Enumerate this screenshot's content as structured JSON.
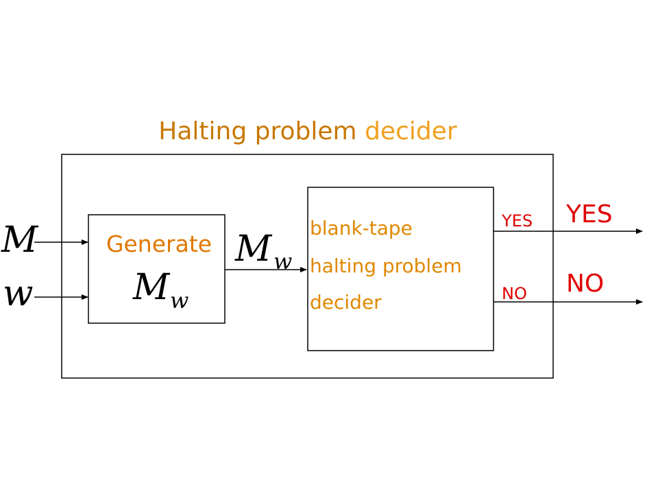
{
  "title": {
    "part1": "Halting problem",
    "part2": "decider"
  },
  "generate_box": {
    "label": "Generate",
    "machine_symbol": "M",
    "machine_subscript": "w"
  },
  "inputs": {
    "m_symbol": "M",
    "w_symbol": "w"
  },
  "intermediate": {
    "symbol": "M",
    "subscript": "w"
  },
  "inner_decider": {
    "line1": "blank-tape",
    "line2": "halting problem",
    "line3": "decider",
    "yes_label": "YES",
    "no_label": "NO"
  },
  "outputs": {
    "yes_label": "YES",
    "no_label": "NO"
  },
  "colors": {
    "title_dark": "#c87800",
    "title_light": "#f0a020",
    "generate_text": "#e07800",
    "decider_text": "#e08800",
    "answer_red": "#e00000",
    "line": "#000000"
  }
}
